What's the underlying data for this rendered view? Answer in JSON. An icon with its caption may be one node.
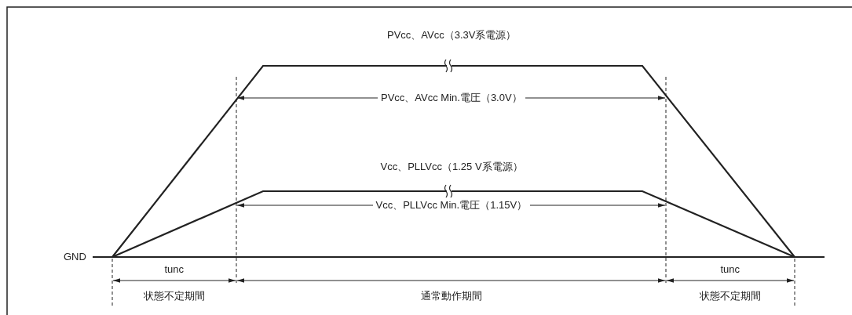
{
  "diagram": {
    "labels": [
      "PVcc、AVcc（3.3V系電源）",
      "PVcc、AVcc Min.電圧（3.0V）",
      "Vcc、PLLVcc（1.25 V系電源）",
      "Vcc、PLLVcc Min.電圧（1.15V）",
      "GND",
      "tunc",
      "tunc",
      "状態不定期間",
      "通常動作期間",
      "状態不定期間"
    ]
  }
}
